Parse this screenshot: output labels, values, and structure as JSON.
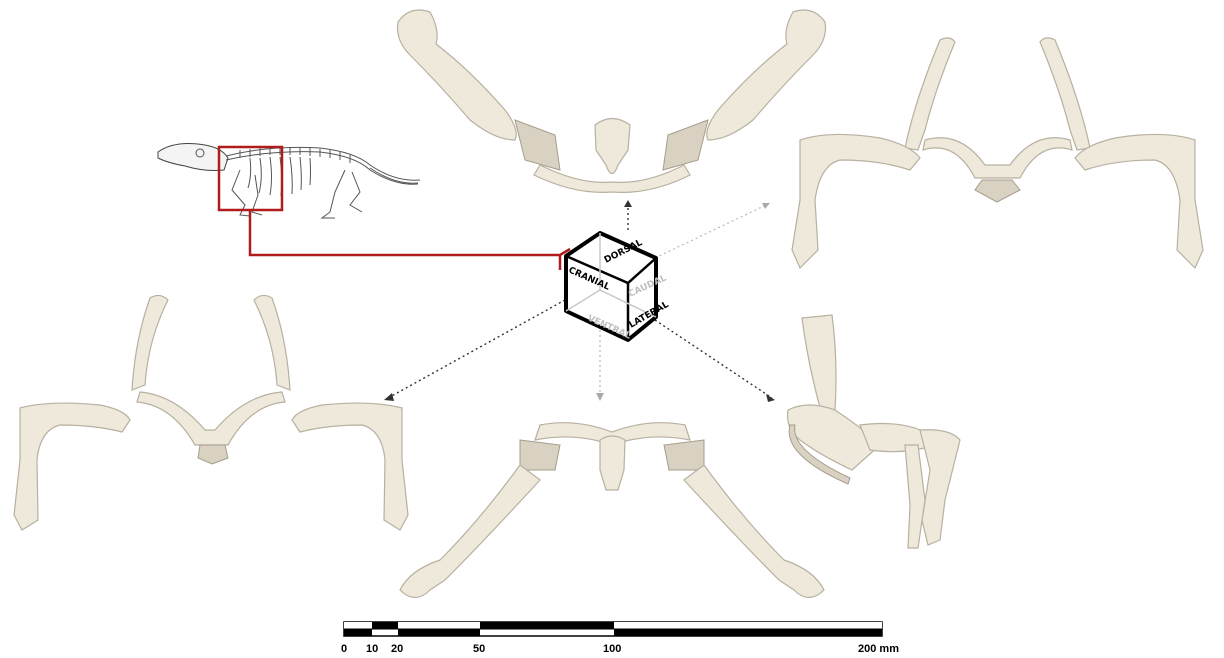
{
  "orientation_cube": {
    "labels": {
      "dorsal": "DORSAL",
      "cranial": "CRANIAL",
      "caudal": "CAUDAL",
      "lateral": "LATERAL",
      "ventral": "VENTRAL"
    }
  },
  "scale_bar": {
    "ticks": [
      "0",
      "10",
      "20",
      "50",
      "100",
      "200 mm"
    ]
  },
  "colors": {
    "bone": "#efe9dc",
    "highlight_box": "#b01c1c",
    "cube_outline": "#000000"
  }
}
